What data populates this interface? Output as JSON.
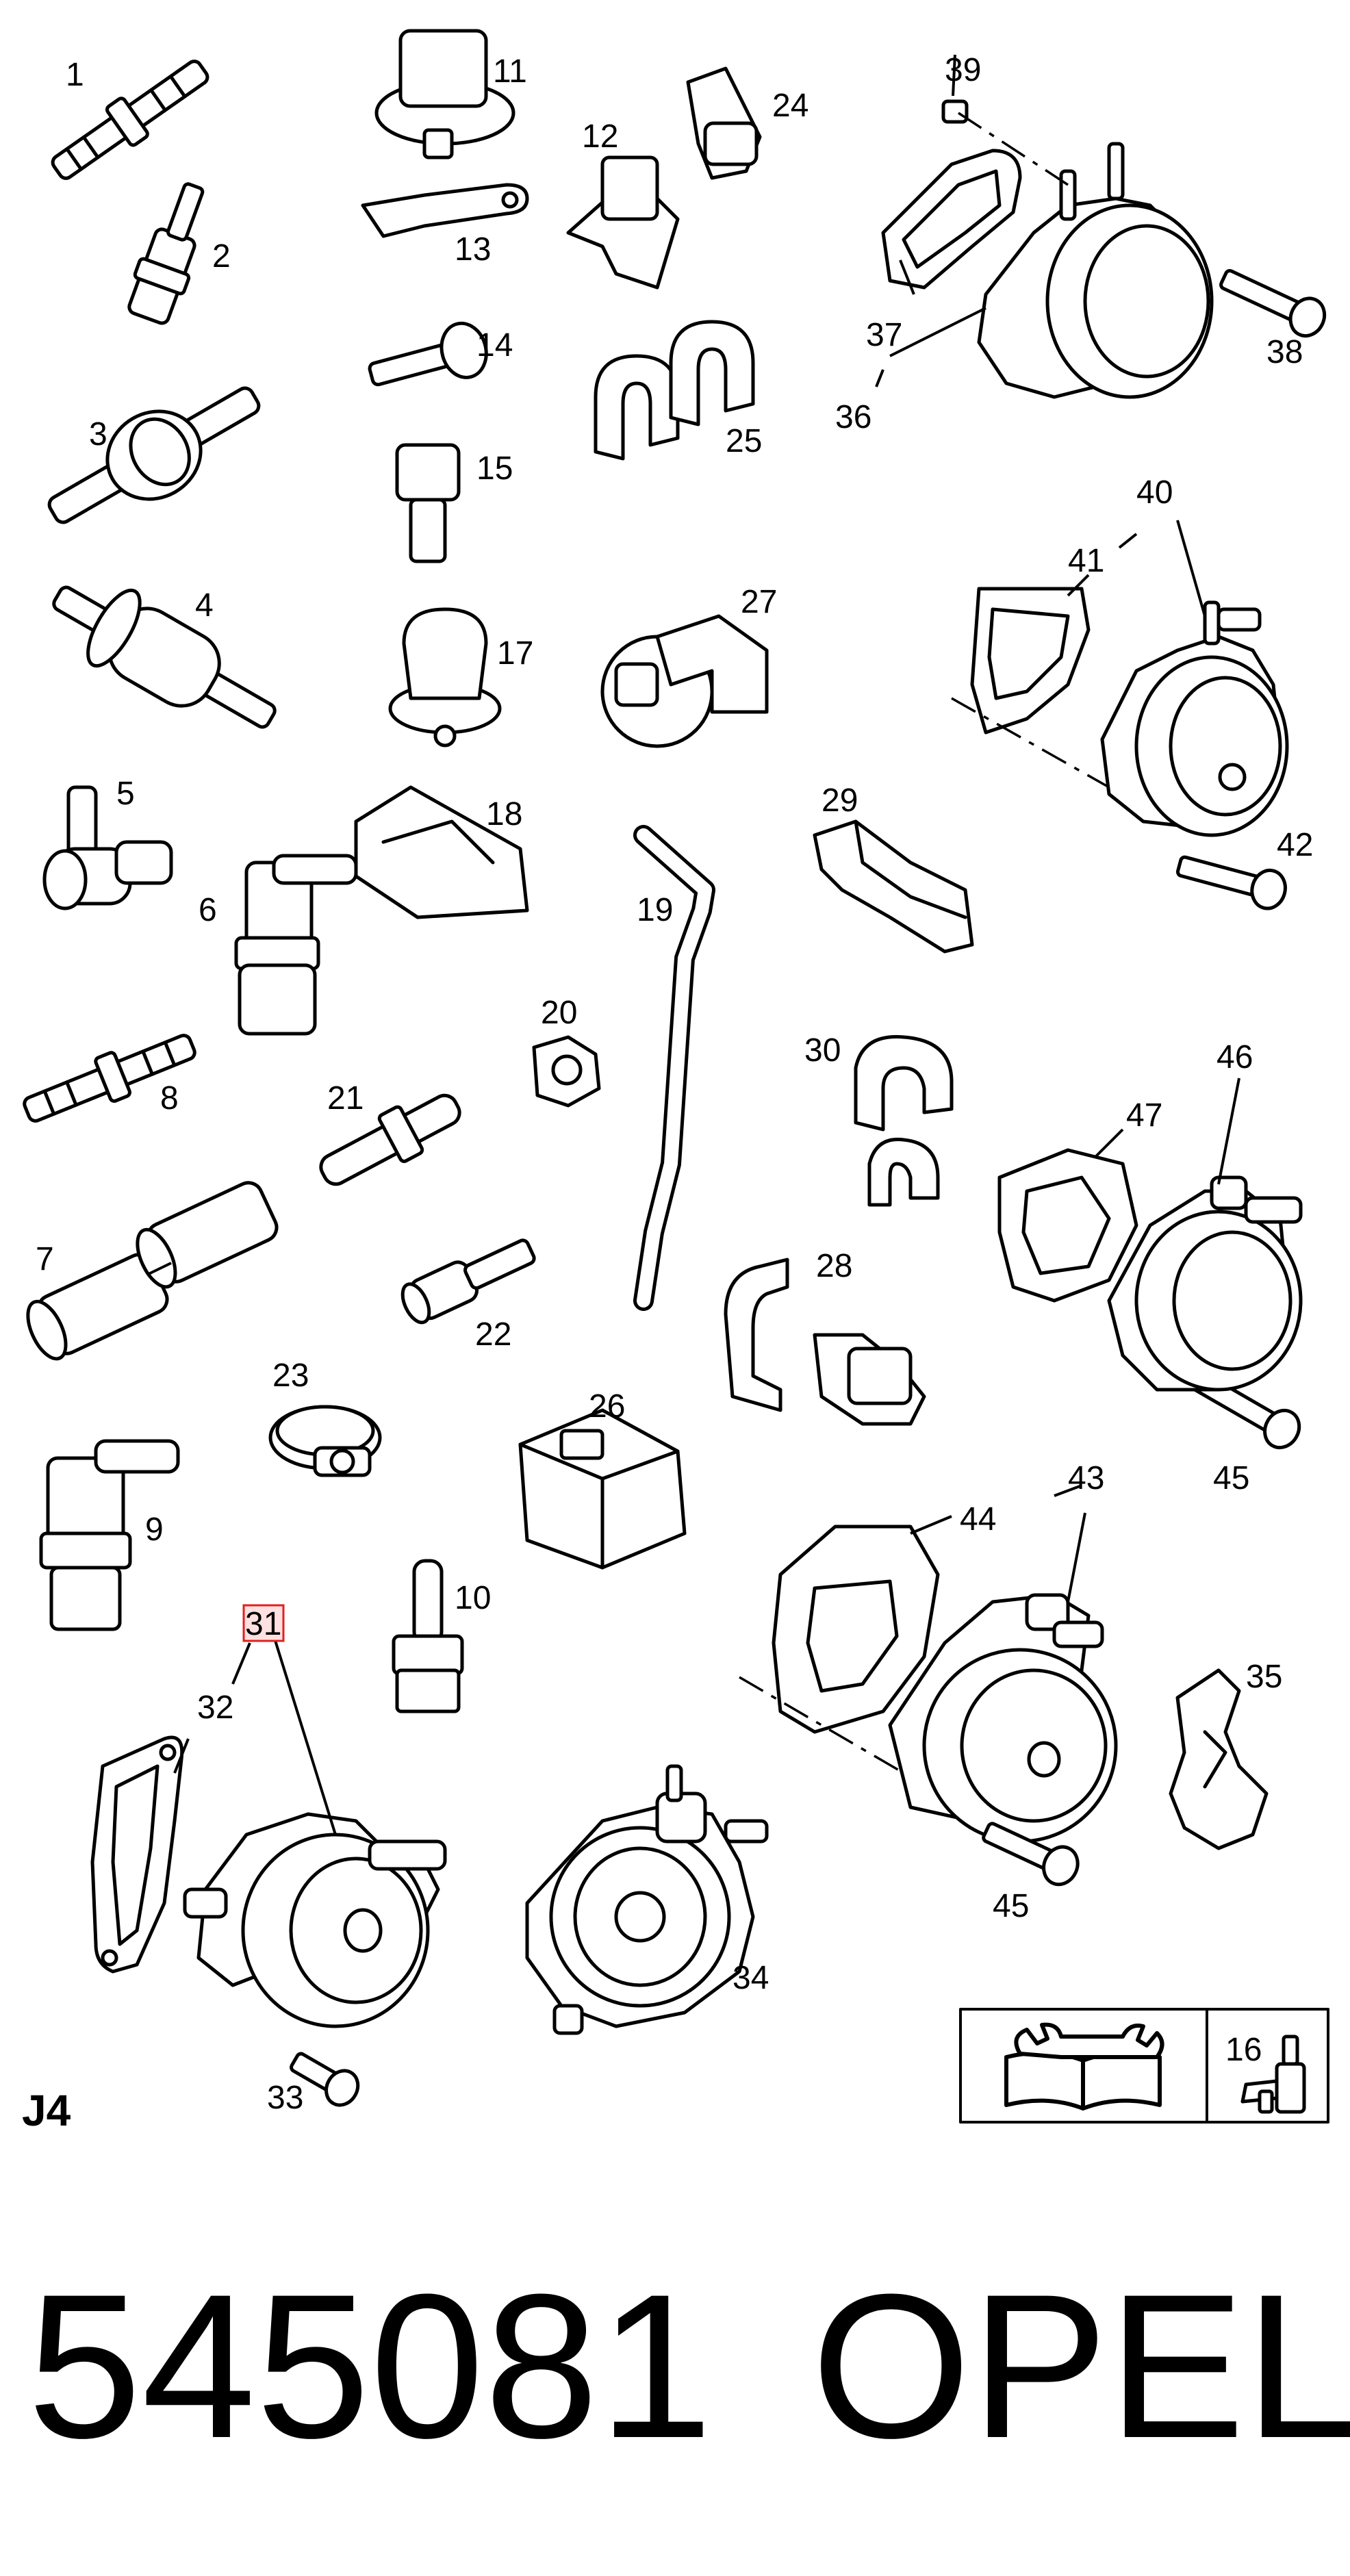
{
  "diagram": {
    "page_code": "J4",
    "catalog_number": "545081",
    "brand": "OPEL",
    "highlighted_callout": "31",
    "callouts": [
      "1",
      "2",
      "3",
      "4",
      "5",
      "6",
      "7",
      "8",
      "9",
      "10",
      "11",
      "12",
      "13",
      "14",
      "15",
      "16",
      "17",
      "18",
      "19",
      "20",
      "21",
      "22",
      "23",
      "24",
      "25",
      "26",
      "27",
      "28",
      "29",
      "30",
      "31",
      "32",
      "33",
      "34",
      "35",
      "36",
      "37",
      "38",
      "39",
      "40",
      "41",
      "42",
      "43",
      "44",
      "45",
      "45",
      "46",
      "47"
    ],
    "icons": [
      "manual-wrench-icon",
      "sealant-tube-icon"
    ]
  }
}
